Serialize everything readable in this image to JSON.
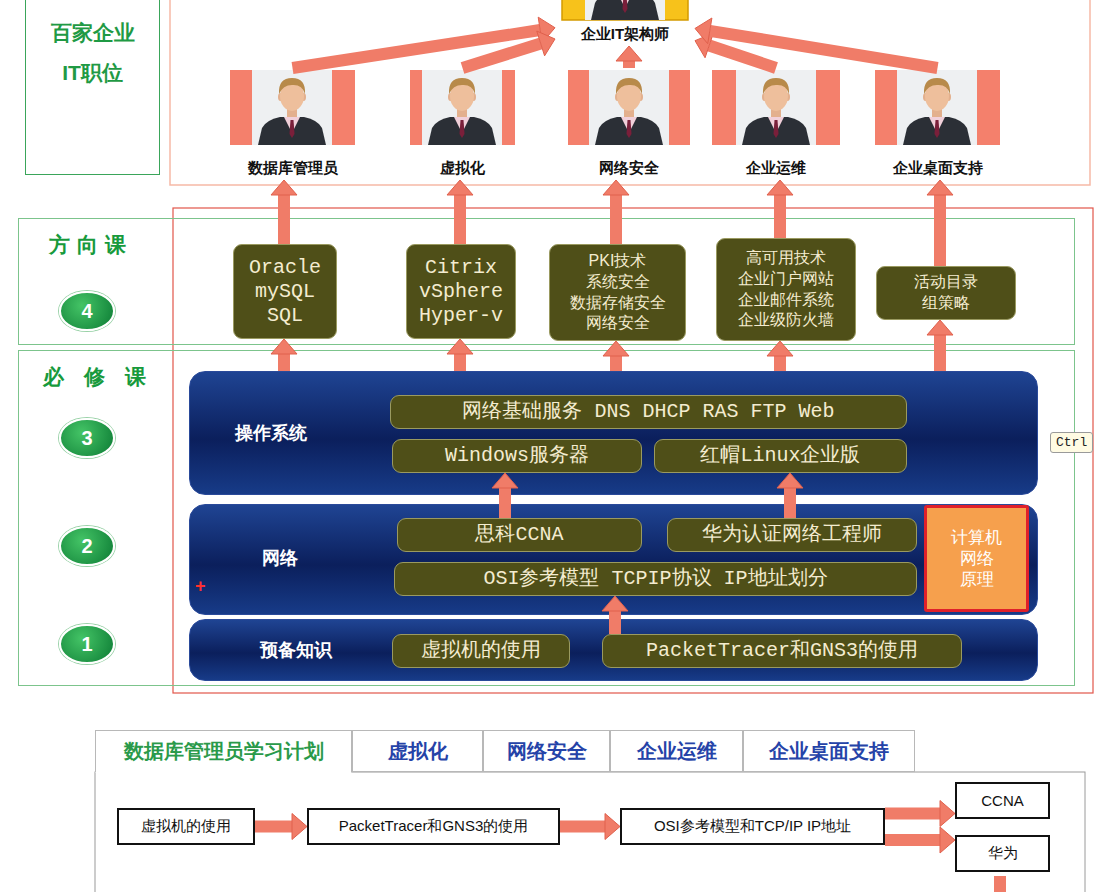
{
  "diagram": {
    "nodes": [
      {
        "text": [
          "百家企业 IT职位"
        ]
      },
      {
        "text": [
          "企业IT架构师"
        ]
      },
      {
        "text": [
          "数据库管理员"
        ]
      },
      {
        "text": [
          "虚拟化"
        ]
      },
      {
        "text": [
          "网络安全"
        ]
      },
      {
        "text": [
          "企业运维"
        ]
      },
      {
        "text": [
          "企业桌面支持"
        ]
      },
      {
        "text": [
          "方向课"
        ]
      },
      {
        "text": [
          "4"
        ],
        "in": 7
      },
      {
        "text": [
          "Oracle mySQL SQL"
        ],
        "in": 7
      },
      {
        "text": [
          "Citrix vSphere Hyper-v"
        ],
        "in": 7
      },
      {
        "text": [
          "PKI技术 系统安全 数据存储安全 网络安全"
        ],
        "in": 7
      },
      {
        "text": [
          "高可用技术 企业门户网站 企业邮件系统 企业级防火墙"
        ],
        "in": 7
      },
      {
        "text": [
          "活动目录 组策略"
        ],
        "in": 7
      },
      {
        "text": [
          "必修课"
        ]
      },
      {
        "text": [
          "3"
        ],
        "in": 14
      },
      {
        "text": [
          "2"
        ],
        "in": 14
      },
      {
        "text": [
          "1"
        ],
        "in": 14
      },
      {
        "text": [
          "操作系统"
        ],
        "in": 14
      },
      {
        "text": [
          "网络基础服务 DNS DHCP RAS FTP Web"
        ],
        "in": 18
      },
      {
        "text": [
          "Windows服务器"
        ],
        "in": 18
      },
      {
        "text": [
          "红帽Linux企业版"
        ],
        "in": 18
      },
      {
        "text": [
          "网络"
        ],
        "in": 14
      },
      {
        "text": [
          "思科CCNA"
        ],
        "in": 22
      },
      {
        "text": [
          "华为认证网络工程师"
        ],
        "in": 22
      },
      {
        "text": [
          "计算机 网络 原理"
        ],
        "in": 22
      },
      {
        "text": [
          "OSI参考模型 TCPIP协议 IP地址划分"
        ],
        "in": 22
      },
      {
        "text": [
          "预备知识"
        ],
        "in": 14
      },
      {
        "text": [
          "虚拟机的使用"
        ],
        "in": 27
      },
      {
        "text": [
          "PacketTracer和GNS3的使用"
        ],
        "in": 27
      },
      {
        "text": [
          "数据库管理员学习计划"
        ]
      },
      {
        "text": [
          "虚拟化"
        ]
      },
      {
        "text": [
          "网络安全"
        ]
      },
      {
        "text": [
          "企业运维"
        ]
      },
      {
        "text": [
          "企业桌面支持"
        ]
      },
      {
        "text": [
          "虚拟机的使用"
        ]
      },
      {
        "text": [
          "PacketTracer和GNS3的使用"
        ]
      },
      {
        "text": [
          "OSI参考模型和TCP/IP IP地址"
        ]
      },
      {
        "text": [
          "CCNA"
        ]
      },
      {
        "text": [
          "华为"
        ]
      }
    ],
    "edges": [
      {
        "from": 2,
        "to": 1,
        "arrow": "to"
      },
      {
        "from": 3,
        "to": 1,
        "arrow": "to"
      },
      {
        "from": 4,
        "to": 1,
        "arrow": "to"
      },
      {
        "from": 5,
        "to": 1,
        "arrow": "to"
      },
      {
        "from": 6,
        "to": 1,
        "arrow": "to"
      },
      {
        "from": 9,
        "to": 2,
        "arrow": "to"
      },
      {
        "from": 10,
        "to": 3,
        "arrow": "to"
      },
      {
        "from": 11,
        "to": 4,
        "arrow": "to"
      },
      {
        "from": 12,
        "to": 5,
        "arrow": "to"
      },
      {
        "from": 13,
        "to": 6,
        "arrow": "to"
      },
      {
        "from": 18,
        "to": 9,
        "arrow": "to"
      },
      {
        "from": 18,
        "to": 10,
        "arrow": "to"
      },
      {
        "from": 18,
        "to": 11,
        "arrow": "to"
      },
      {
        "from": 18,
        "to": 12,
        "arrow": "to"
      },
      {
        "from": 18,
        "to": 13,
        "arrow": "to"
      },
      {
        "from": 23,
        "to": 20,
        "arrow": "to"
      },
      {
        "from": 24,
        "to": 21,
        "arrow": "to"
      },
      {
        "from": 29,
        "to": 26,
        "arrow": "to"
      },
      {
        "from": 35,
        "to": 36,
        "arrow": "to"
      },
      {
        "from": 36,
        "to": 37,
        "arrow": "to"
      },
      {
        "from": 37,
        "to": 38,
        "arrow": "to"
      },
      {
        "from": 37,
        "to": 39,
        "arrow": "to"
      }
    ],
    "labels": [
      "Ctrl",
      "+"
    ]
  }
}
